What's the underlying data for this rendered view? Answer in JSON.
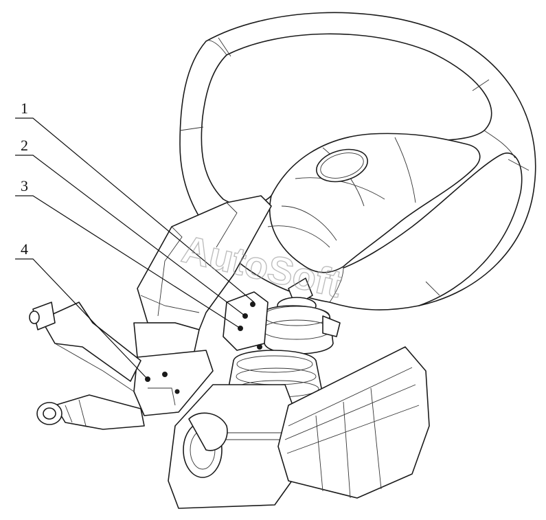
{
  "callouts": [
    {
      "label": "1"
    },
    {
      "label": "2"
    },
    {
      "label": "3"
    },
    {
      "label": "4"
    }
  ],
  "watermark": {
    "text": "AutoSoft"
  },
  "colors": {
    "line": "#1a1a1a",
    "watermark": "#9a9a9a",
    "background": "#ffffff"
  }
}
